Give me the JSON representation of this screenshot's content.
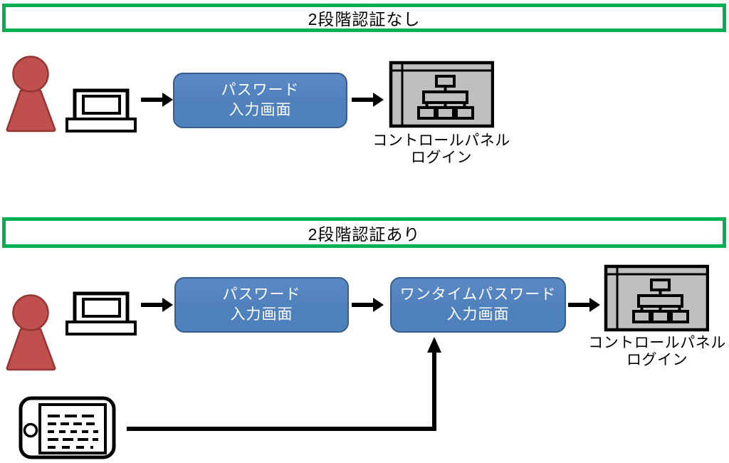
{
  "diagram_title": "2-step verification comparison flow diagram",
  "sections": [
    {
      "title": "2段階認証なし",
      "actor": "person",
      "device": "computer",
      "password_box": {
        "line1": "パスワード",
        "line2": "入力画面"
      },
      "panel_caption": {
        "line1": "コントロールパネル",
        "line2": "ログイン"
      }
    },
    {
      "title": "2段階認証あり",
      "actor": "person",
      "device": "computer",
      "password_box": {
        "line1": "パスワード",
        "line2": "入力画面"
      },
      "otp_box": {
        "line1": "ワンタイムパスワード",
        "line2": "入力画面"
      },
      "panel_caption": {
        "line1": "コントロールパネル",
        "line2": "ログイン"
      },
      "otp_device": "tablet"
    }
  ],
  "icons": {
    "person": "person-icon",
    "computer": "computer-icon",
    "control_panel": "control-panel-icon",
    "tablet": "tablet-icon",
    "arrow": "right-arrow-icon",
    "elbow": "elbow-arrow-connector"
  },
  "colors": {
    "title_border": "#00B050",
    "flow_box_fill": "#4F81BD",
    "flow_box_border": "#385D8A",
    "flow_box_text": "#FFFFFF",
    "person_fill": "#C0504D",
    "person_border": "#943634",
    "panel_fill": "#BFBFBF",
    "line_color": "#000000"
  }
}
